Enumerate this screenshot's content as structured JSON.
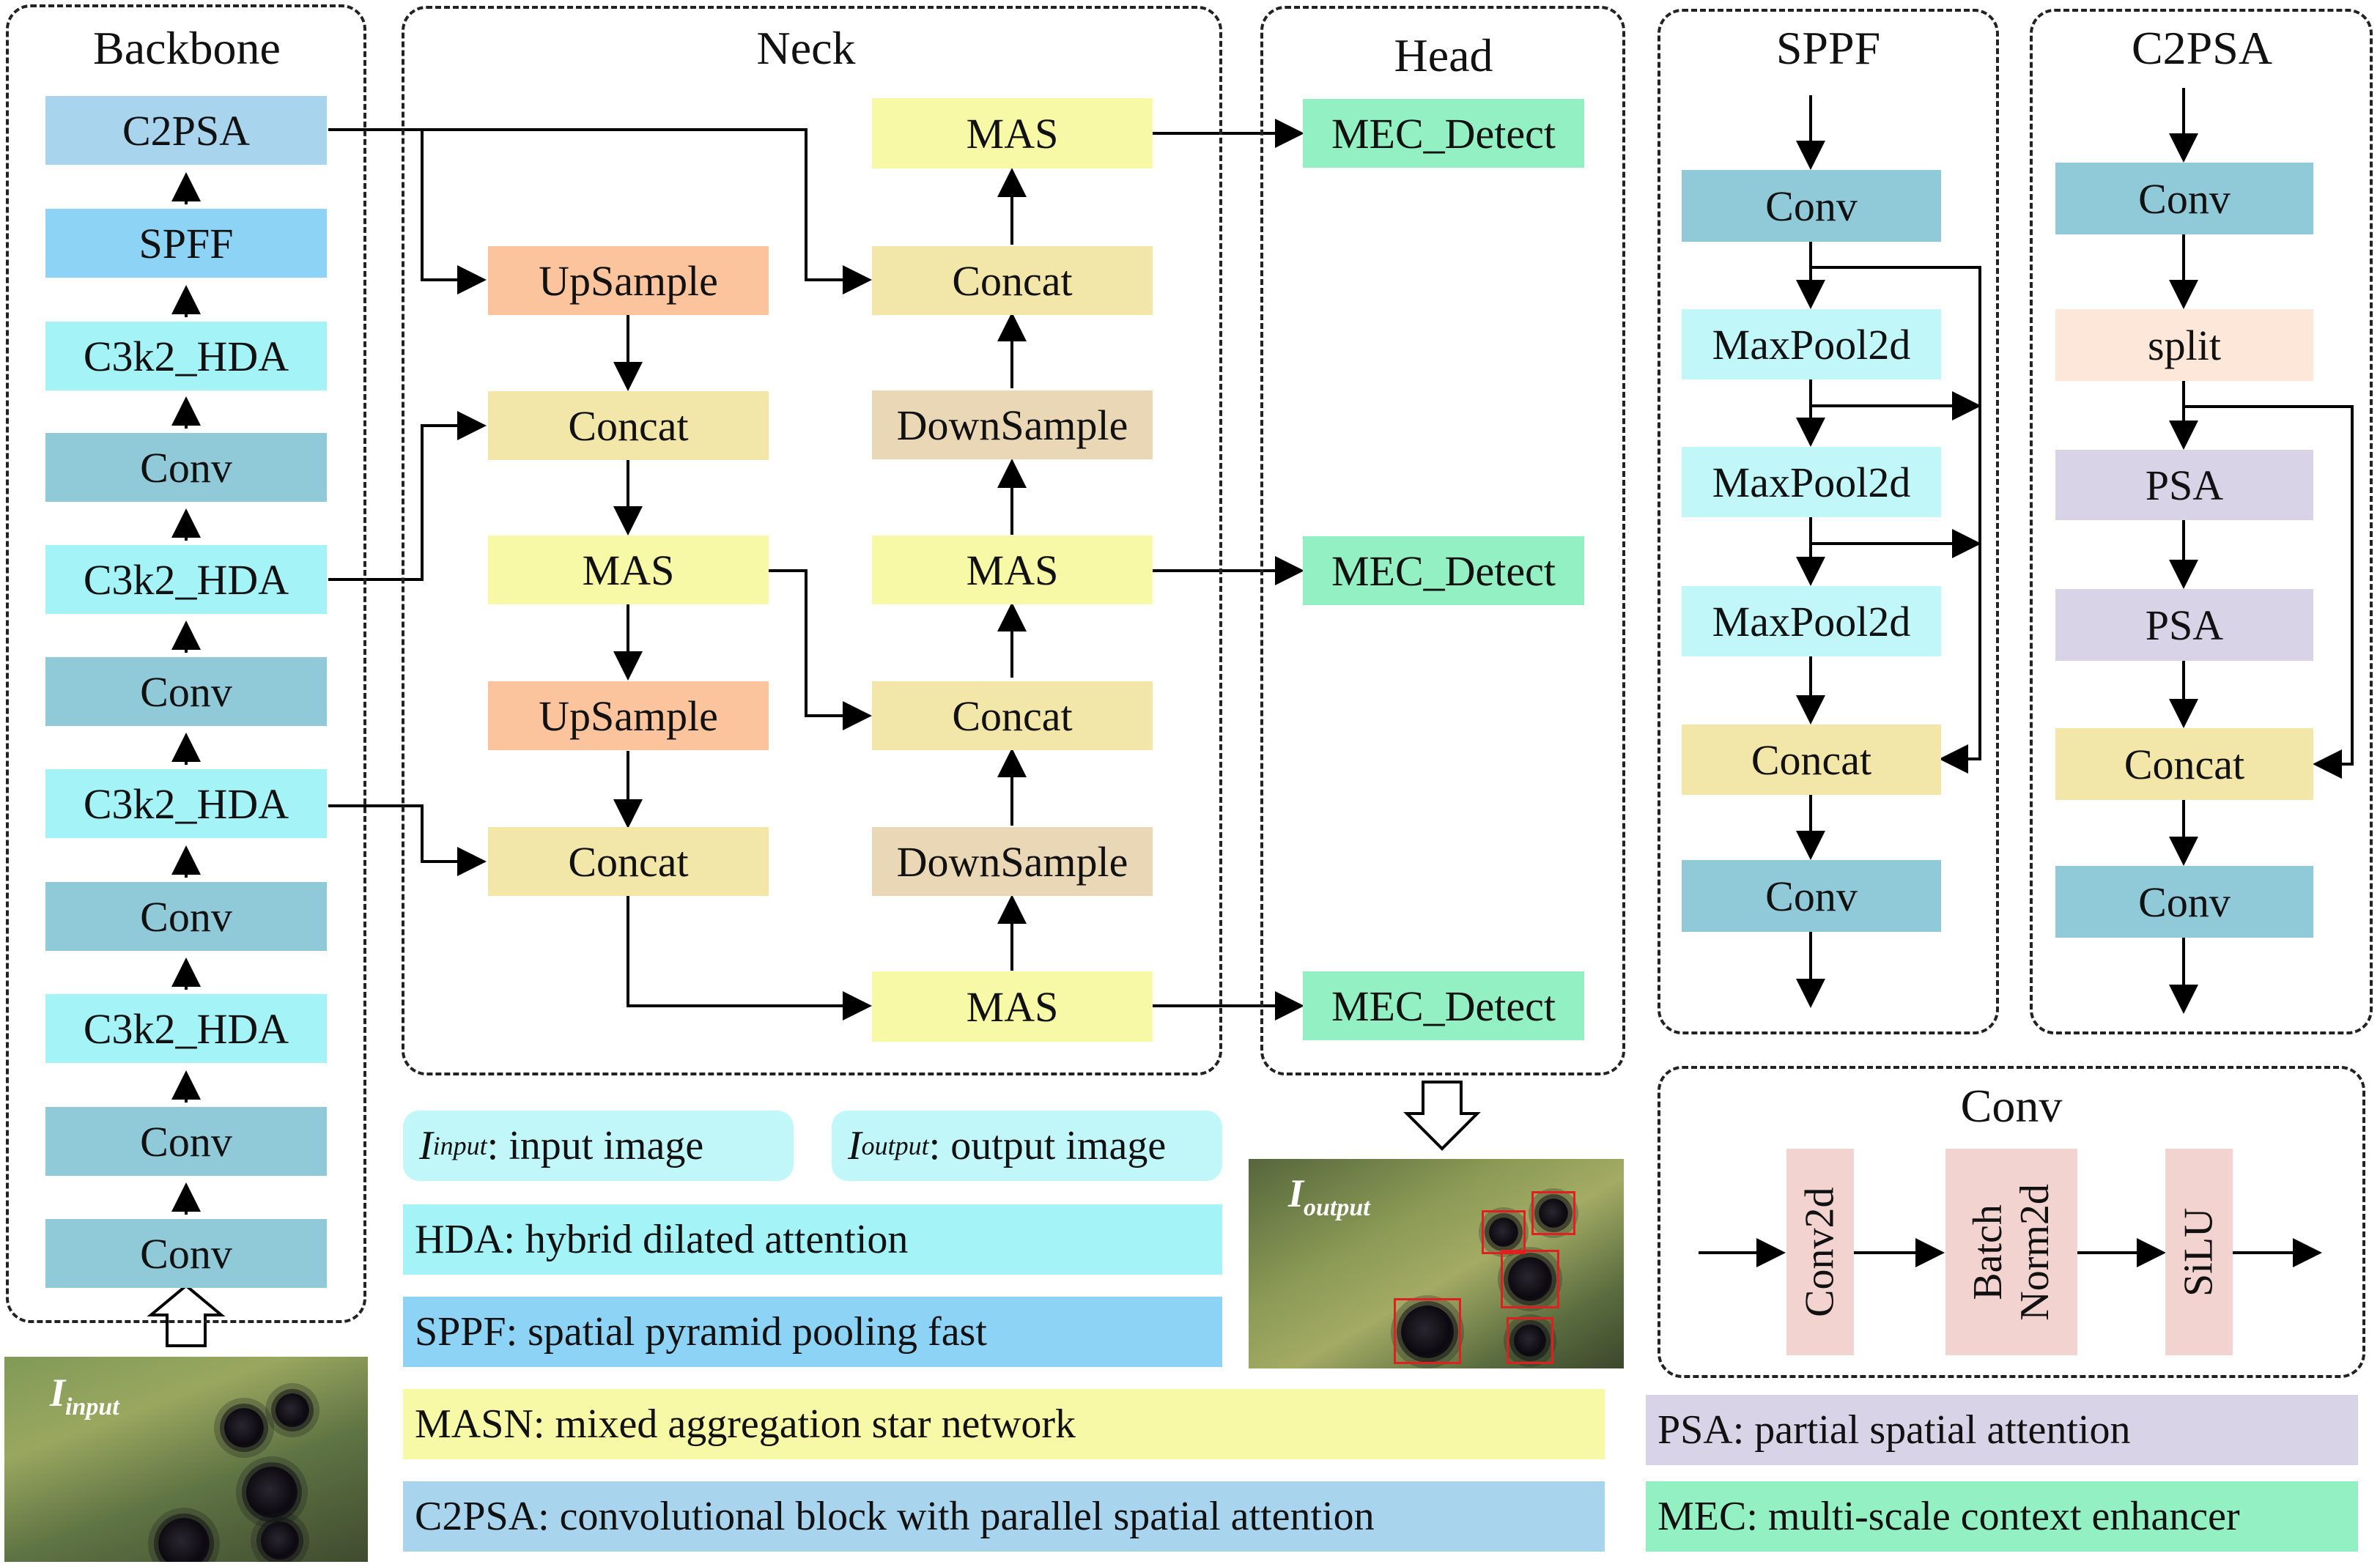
{
  "groups": {
    "backbone": "Backbone",
    "neck": "Neck",
    "head": "Head",
    "sppf": "SPPF",
    "c2psa": "C2PSA",
    "conv": "Conv"
  },
  "backbone": {
    "c2psa": "C2PSA",
    "sppf": "SPFF",
    "hda_4": "C3k2_HDA",
    "conv_4": "Conv",
    "hda_3": "C3k2_HDA",
    "conv_3": "Conv",
    "hda_2": "C3k2_HDA",
    "conv_2": "Conv",
    "hda_1": "C3k2_HDA",
    "conv_1": "Conv",
    "conv_0": "Conv"
  },
  "neck": {
    "upsample_1": "UpSample",
    "concat_1": "Concat",
    "mas_1": "MAS",
    "upsample_2": "UpSample",
    "concat_2": "Concat",
    "mas_top": "MAS",
    "concat_top": "Concat",
    "downsample_1": "DownSample",
    "mas_mid": "MAS",
    "concat_mid": "Concat",
    "downsample_2": "DownSample",
    "mas_bottom": "MAS"
  },
  "head": {
    "detect_1": "MEC_Detect",
    "detect_2": "MEC_Detect",
    "detect_3": "MEC_Detect"
  },
  "sppf": {
    "conv_in": "Conv",
    "maxpool_1": "MaxPool2d",
    "maxpool_2": "MaxPool2d",
    "maxpool_3": "MaxPool2d",
    "concat": "Concat",
    "conv_out": "Conv"
  },
  "c2psa": {
    "conv_in": "Conv",
    "split": "split",
    "psa_1": "PSA",
    "psa_2": "PSA",
    "concat": "Concat",
    "conv_out": "Conv"
  },
  "conv_detail": {
    "conv2d": "Conv2d",
    "batchnorm_1": "Batch",
    "batchnorm_2": "Norm2d",
    "silu": "SiLU"
  },
  "legend": {
    "input_sym": "I",
    "input_sub": "input",
    "input_desc": ": input image",
    "output_sym": "I",
    "output_sub": "output",
    "output_desc": ": output image",
    "hda": "HDA: hybrid dilated attention",
    "sppf": "SPPF: spatial pyramid pooling fast",
    "masn": "MASN: mixed aggregation star network",
    "c2psa": "C2PSA: convolutional block with parallel spatial attention",
    "psa": "PSA: partial spatial attention",
    "mec": "MEC: multi-scale context enhancer"
  },
  "images": {
    "input_sym": "I",
    "input_sub": "input",
    "output_sym": "I",
    "output_sub": "output"
  },
  "colors": {
    "c2psa": "#a9d4ee",
    "sppf": "#8cd3f5",
    "hda": "#a3f3f7",
    "conv": "#90cad8",
    "upsample": "#fbc49c",
    "concat": "#f2e6a8",
    "mas": "#f7f9a6",
    "downsample": "#ead7b6",
    "mec": "#93f0c3",
    "maxpool": "#c1f7f9",
    "split": "#fde7d8",
    "psa": "#d8d3e6",
    "conv_detail": "#f3d3d0",
    "detection_box": "#e02020"
  }
}
